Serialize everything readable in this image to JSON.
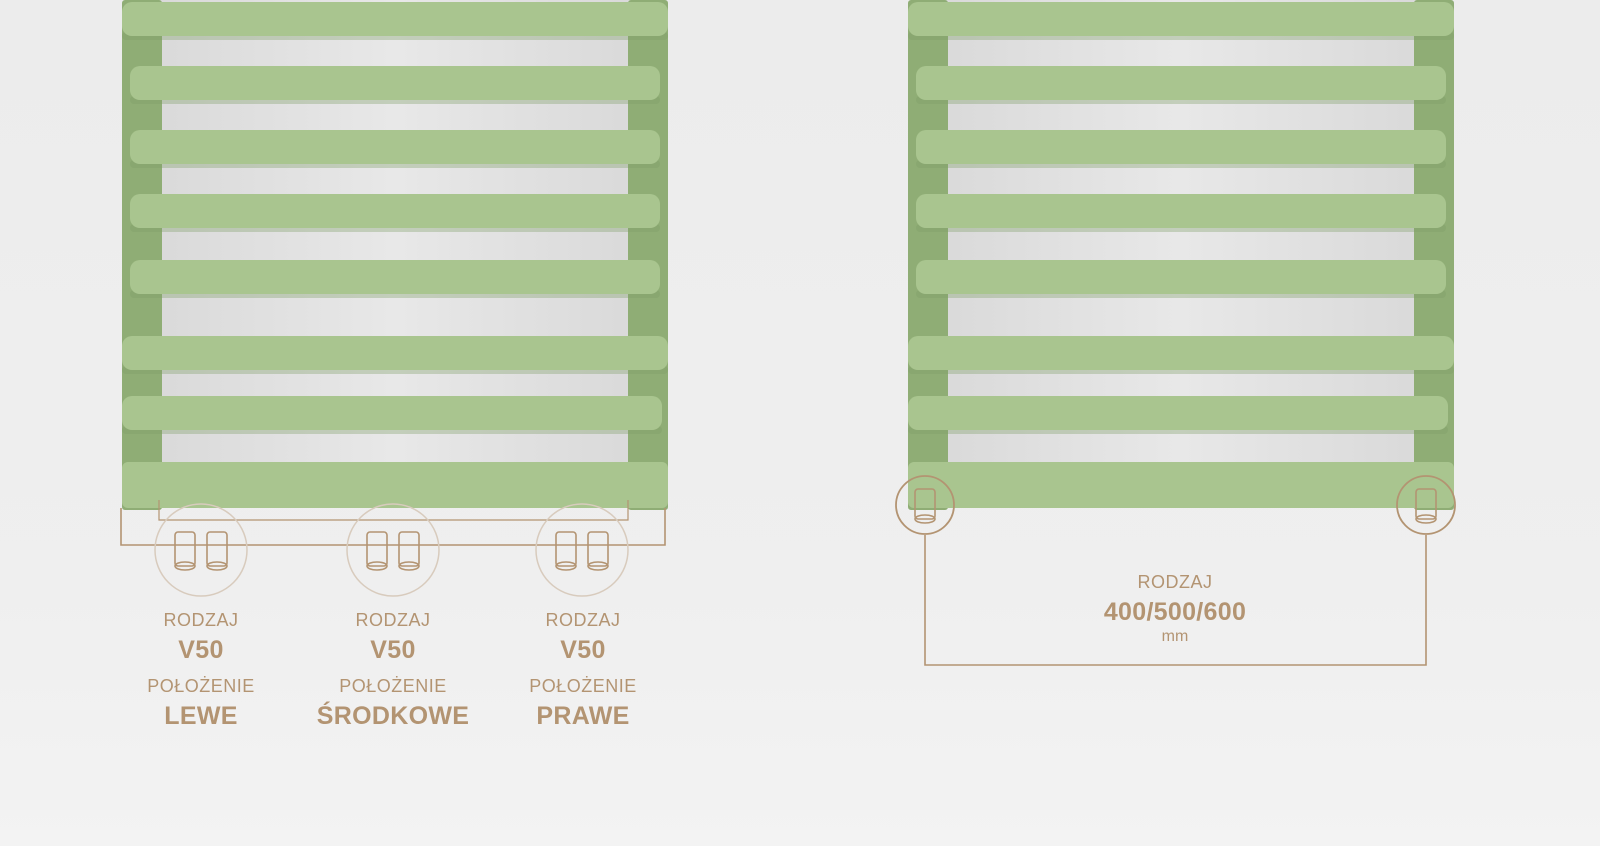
{
  "colors": {
    "radiator": "#a9c58f",
    "radiator_shade": "#8fad75",
    "radiator_dark": "#7e9d66",
    "accent": "#b39472",
    "background": "#ececec"
  },
  "left_variant": {
    "connections": [
      {
        "type_label": "RODZAJ",
        "type_value": "V50",
        "position_label": "POŁOŻENIE",
        "position_value": "LEWE",
        "icon": "connector-icon"
      },
      {
        "type_label": "RODZAJ",
        "type_value": "V50",
        "position_label": "POŁOŻENIE",
        "position_value": "ŚRODKOWE",
        "icon": "connector-icon"
      },
      {
        "type_label": "RODZAJ",
        "type_value": "V50",
        "position_label": "POŁOŻENIE",
        "position_value": "PRAWE",
        "icon": "connector-icon"
      }
    ]
  },
  "right_variant": {
    "type_label": "RODZAJ",
    "spacing_value": "400/500/600",
    "unit": "mm",
    "icon": "connector-icon"
  }
}
